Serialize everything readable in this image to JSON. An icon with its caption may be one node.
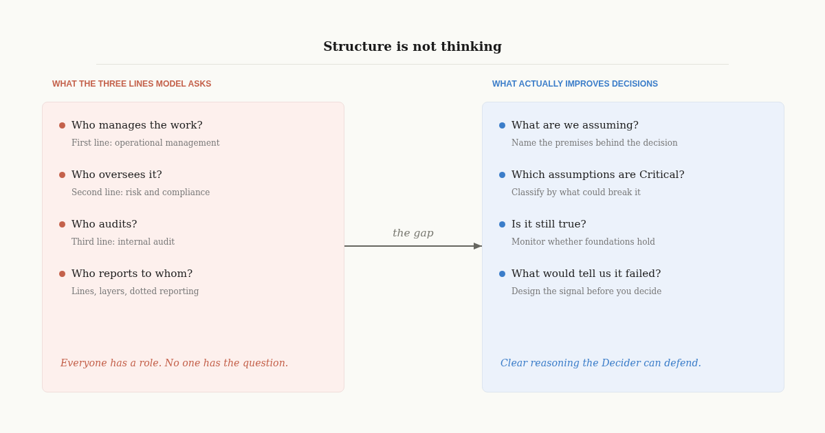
{
  "diagram": {
    "title": "Structure is not thinking",
    "nodes": [
      {
        "text": [
          "WHAT THE THREE LINES MODEL ASKS",
          "Who manages the work?",
          "First line: operational management",
          "Who oversees it?",
          "Second line: risk and compliance",
          "Who audits?",
          "Third line: internal audit",
          "Who reports to whom?",
          "Lines, layers, dotted reporting",
          "Everyone has a role. No one has the question."
        ]
      },
      {
        "text": [
          "WHAT ACTUALLY IMPROVES DECISIONS",
          "What are we assuming?",
          "Name the premises behind the decision",
          "Which assumptions are Critical?",
          "Classify by what could break it",
          "Is it still true?",
          "Monitor whether foundations hold",
          "What would tell us it failed?",
          "Design the signal before you decide",
          "Clear reasoning the Decider can defend."
        ]
      }
    ],
    "edges": [
      {
        "from": 0,
        "to": 1,
        "arrow": "to",
        "label": "the gap"
      }
    ]
  }
}
